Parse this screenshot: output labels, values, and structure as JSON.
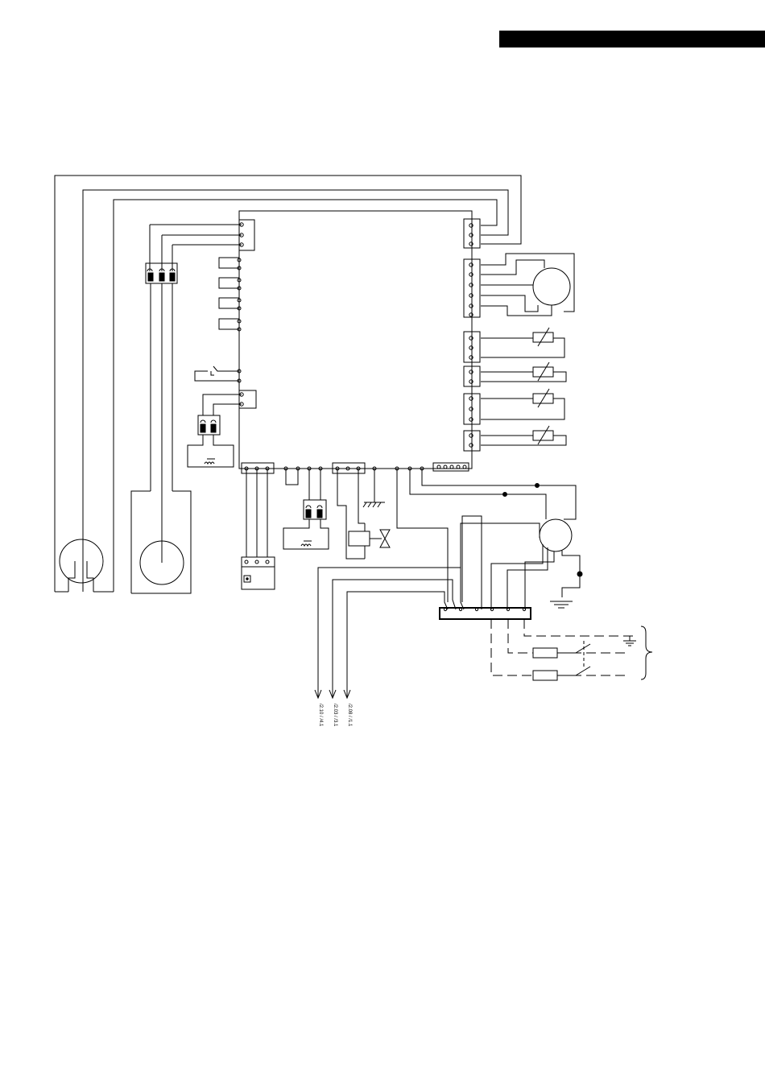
{
  "page": {
    "header_bar_color": "#000000",
    "line_color": "#000000",
    "background": "#ffffff"
  },
  "diagram": {
    "cross_references": [
      {
        "id": "ref-1",
        "text": "/2.10 / /4.1"
      },
      {
        "id": "ref-2",
        "text": "/2.03 / /3.1"
      },
      {
        "id": "ref-3",
        "text": "/2.08 / /1.1"
      }
    ]
  }
}
